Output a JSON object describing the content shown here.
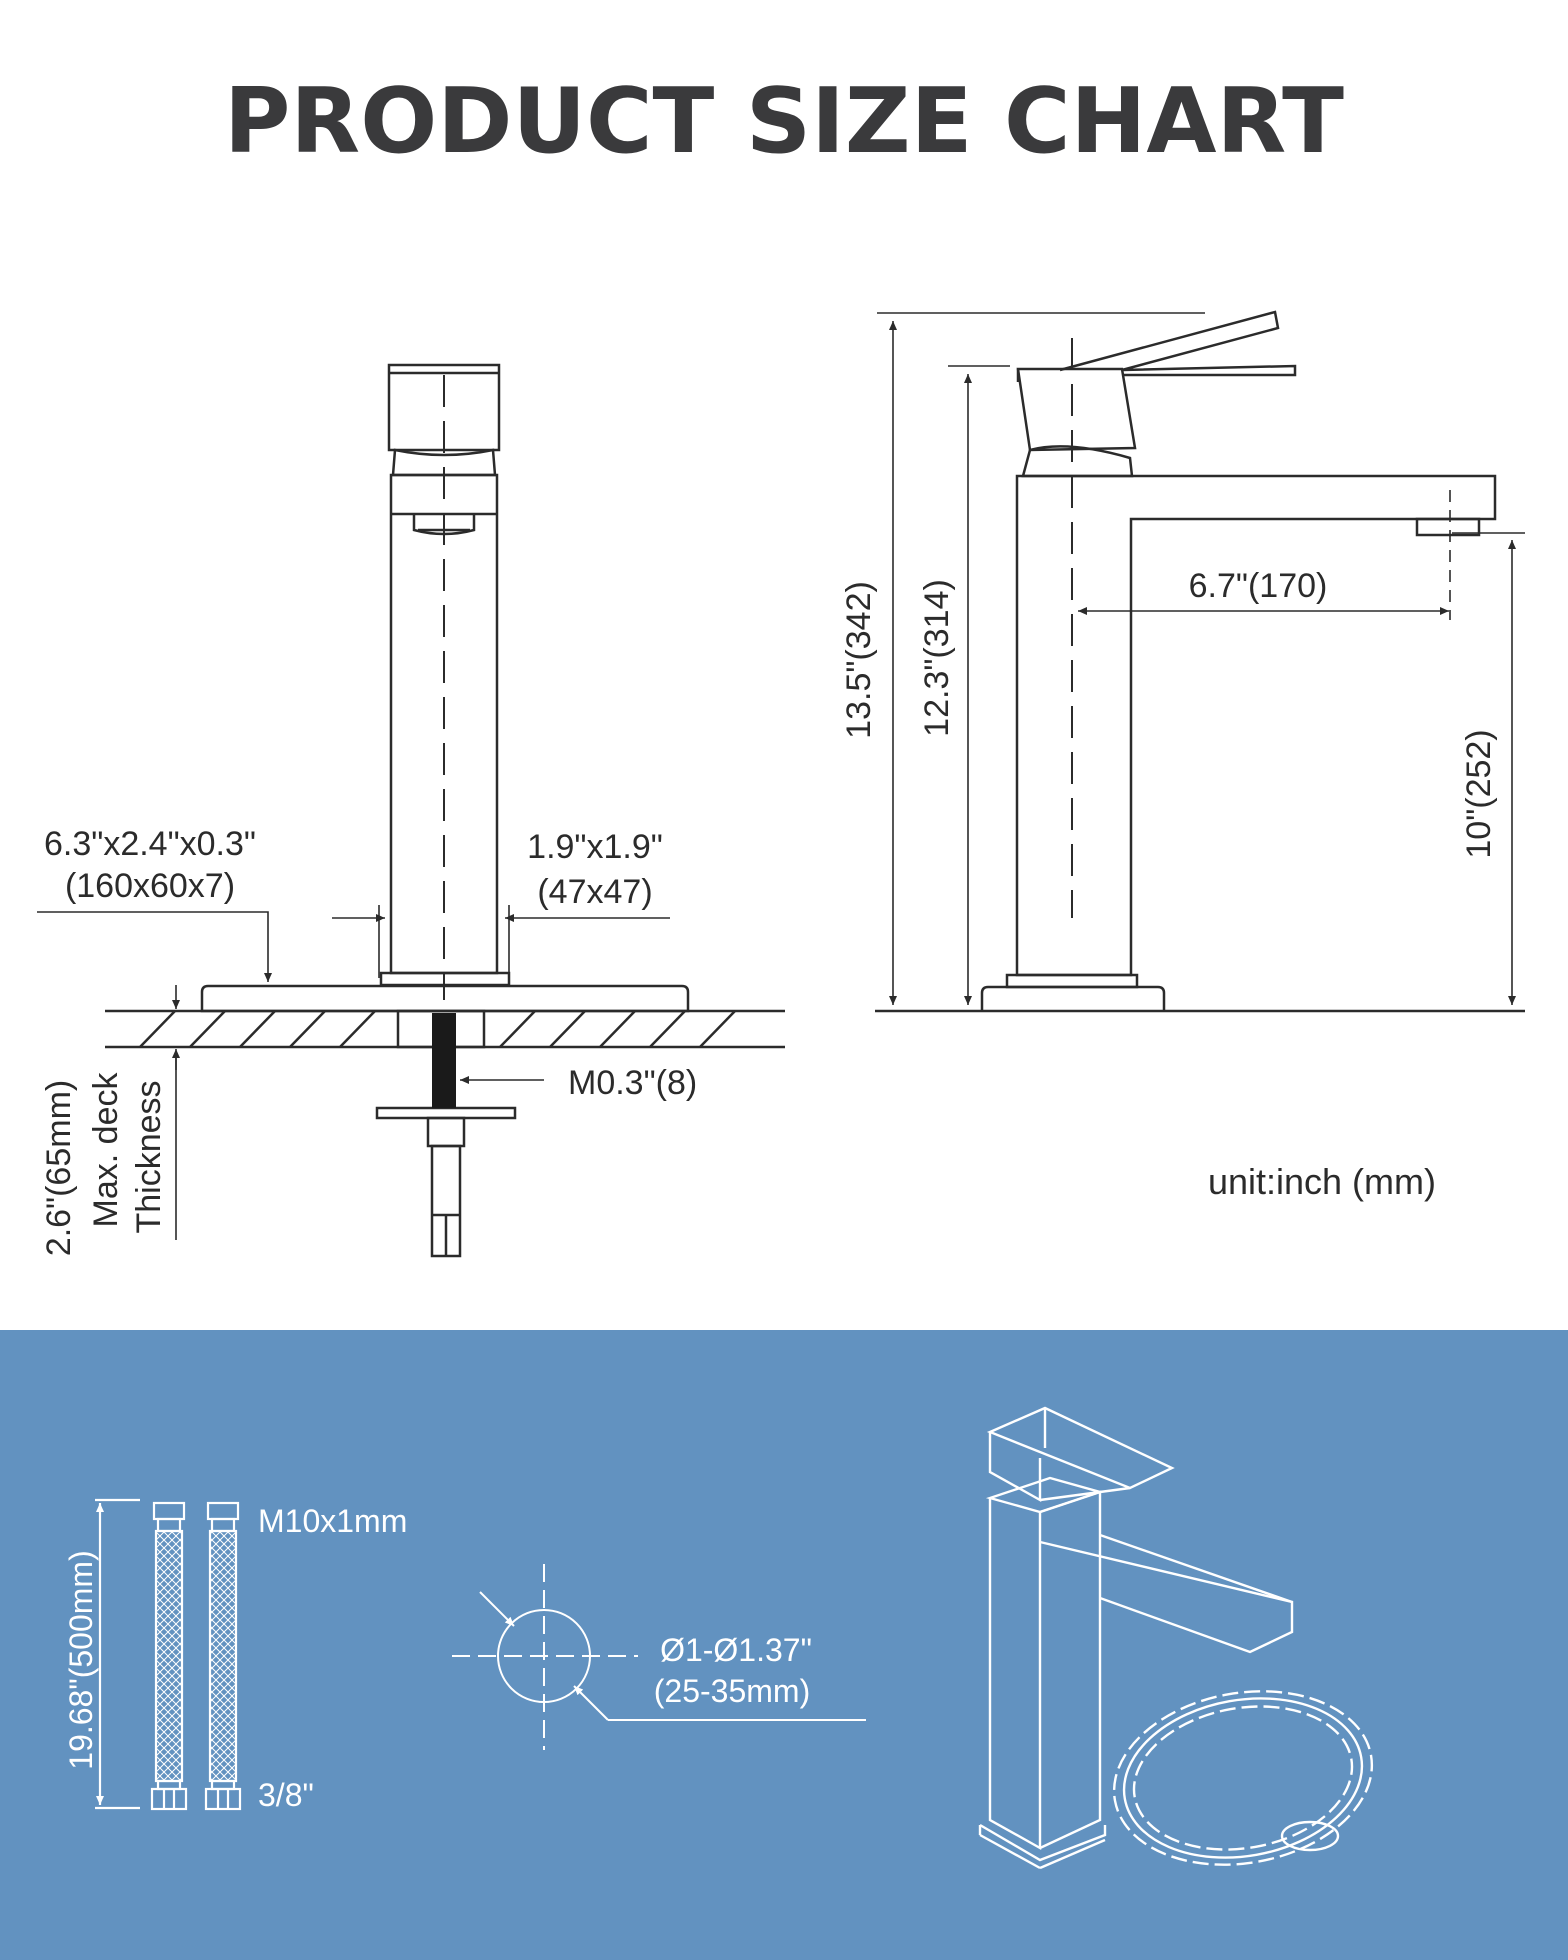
{
  "title": "PRODUCT SIZE CHART",
  "front_view": {
    "plate_dim_line1": "6.3\"x2.4\"x0.3\"",
    "plate_dim_line2": "(160x60x7)",
    "body_dim_line1": "1.9\"x1.9\"",
    "body_dim_line2": "(47x47)",
    "thread_label": "M0.3\"(8)",
    "deck_dim": "2.6\"(65mm)",
    "deck_label_line1": "Max. deck",
    "deck_label_line2": "Thickness"
  },
  "side_view": {
    "total_height": "13.5\"(342)",
    "body_height": "12.3\"(314)",
    "spout_reach": "6.7\"(170)",
    "spout_height": "10\"(252)"
  },
  "unit_note": "unit:inch (mm)",
  "bottom_panel": {
    "background": "#6292c0",
    "hose_length": "19.68\"(500mm)",
    "hose_top_thread": "M10x1mm",
    "hose_bottom_thread": "3/8\"",
    "hole_dim_line1": "Ø1-Ø1.37\"",
    "hole_dim_line2": "(25-35mm)"
  }
}
